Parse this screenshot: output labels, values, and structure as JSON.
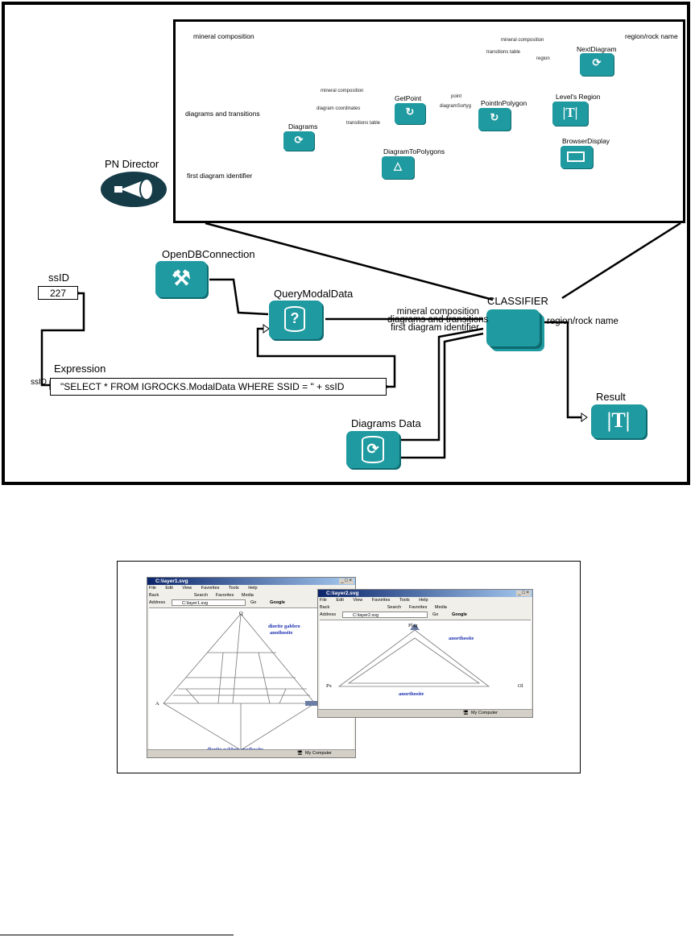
{
  "workflow": {
    "director": "PN Director",
    "inset": {
      "inputs": [
        "mineral composition",
        "diagrams and transitions",
        "first diagram identifier"
      ],
      "output": "region/rock name",
      "actors": [
        "Diagrams",
        "GetPoint",
        "PointInPolygon",
        "DiagramToPolygons",
        "NextDiagram",
        "Level's Region",
        "BrowserDisplay"
      ],
      "wire_labels": [
        "mineral composition",
        "diagram coordinates",
        "transitions table",
        "mineral composition",
        "transitions table",
        "region",
        "point",
        "diagramSortyg"
      ]
    },
    "actors": {
      "opendb": "OpenDBConnection",
      "query": "QueryModalData",
      "classifier": "CLASSIFIER",
      "diagrams_data": "Diagrams Data",
      "result": "Result",
      "ssid": "ssID",
      "ssid_value": "227",
      "ssid_port": "ssID",
      "expression": "Expression",
      "expression_value": "\"SELECT * FROM IGROCKS.ModalData WHERE SSID = \" + ssID"
    },
    "classifier_ports": [
      "mineral composition",
      "diagrams and transitions",
      "first diagram identifier"
    ],
    "classifier_output": "region/rock name",
    "accent_color": "#1f9aa0"
  },
  "screenshots": {
    "window1": {
      "title": "C:\\layer1.svg",
      "menu": [
        "File",
        "Edit",
        "View",
        "Favorites",
        "Tools",
        "Help"
      ],
      "toolbar": [
        "Back",
        "Search",
        "Favorites",
        "Media"
      ],
      "address_label": "Address",
      "address_value": "C:\\layer1.svg",
      "go": "Go",
      "google": "Google",
      "status": "My Computer",
      "vertex_top": "Q",
      "vertex_left": "A",
      "label_top": "diorite gabbro",
      "label_top2": "anothosite",
      "label_bottom": "diorite gabbro anothosite"
    },
    "window2": {
      "title": "C:\\layer2.svg",
      "menu": [
        "File",
        "Edit",
        "View",
        "Favorites",
        "Tools",
        "Help"
      ],
      "toolbar": [
        "Back",
        "Search",
        "Favorites",
        "Media"
      ],
      "address_label": "Address",
      "address_value": "C:\\layer2.svg",
      "go": "Go",
      "google": "Google",
      "status": "My Computer",
      "vertex_top": "Plag",
      "vertex_left": "Px",
      "vertex_right": "Ol",
      "label_right": "anorthosite",
      "label_bottom": "anorthosite"
    }
  }
}
